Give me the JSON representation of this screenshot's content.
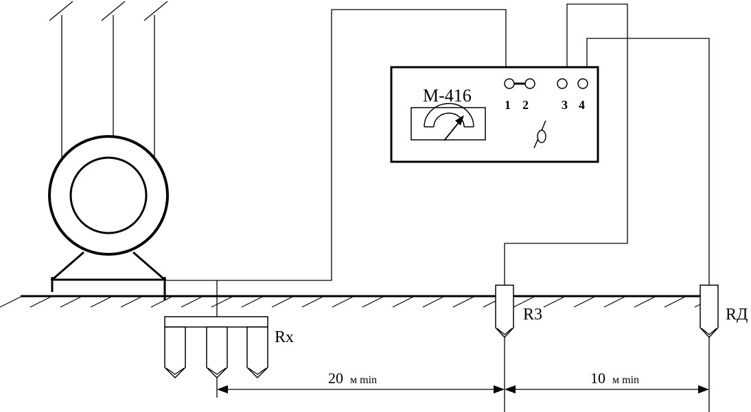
{
  "meter": {
    "model": "М-416",
    "terminals": [
      "1",
      "2",
      "3",
      "4"
    ]
  },
  "labels": {
    "rx": "Rx",
    "r3": "R3",
    "r_right": "RД"
  },
  "dimensions": [
    {
      "value": "20",
      "unit": "м min"
    },
    {
      "value": "10",
      "unit": "м min"
    }
  ]
}
